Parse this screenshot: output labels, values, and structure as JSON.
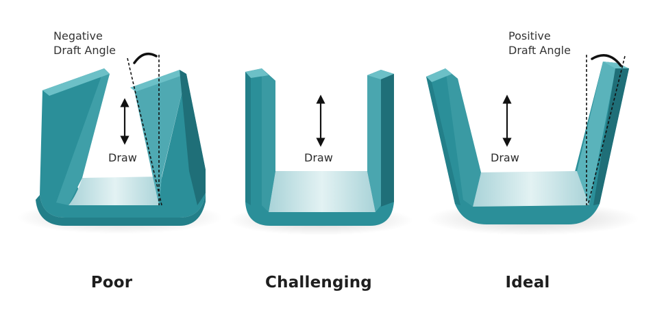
{
  "figure": {
    "panels": [
      {
        "id": "poor",
        "caption": "Poor",
        "draw_label": "Draw",
        "angle_label": [
          "Negative",
          "Draft Angle"
        ]
      },
      {
        "id": "challenging",
        "caption": "Challenging",
        "draw_label": "Draw"
      },
      {
        "id": "ideal",
        "caption": "Ideal",
        "draw_label": "Draw",
        "angle_label": [
          "Positive",
          "Draft Angle"
        ]
      }
    ],
    "colors": {
      "part_main": "#2b8f99",
      "part_dark": "#1f6f78",
      "part_light": "#5fb9c1",
      "interior_floor": "#cfe7ea",
      "arrow": "#111111"
    }
  }
}
